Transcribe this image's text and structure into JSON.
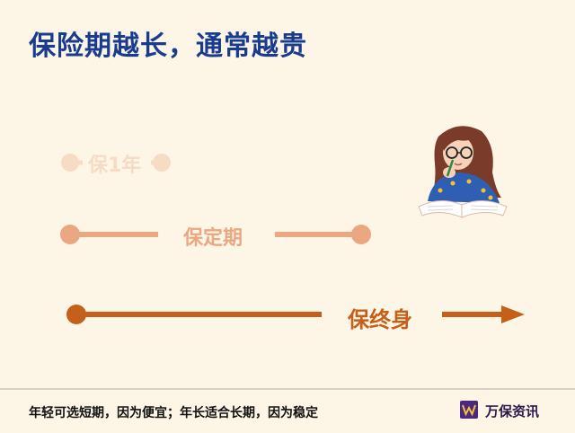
{
  "title": "保险期越长，通常越贵",
  "timeline": {
    "one_year_label": "保1年",
    "fixed_term_label": "保定期",
    "lifetime_label": "保终身"
  },
  "colors": {
    "title": "#1a3c8f",
    "one_year": "#f6dcc4",
    "fixed_term": "#eaa882",
    "lifetime": "#c4601a",
    "background": "#fdf6e7"
  },
  "footer": {
    "note": "年轻可选短期，因为便宜；年长适合长期，因为稳定",
    "brand": "万保资讯",
    "brand_icon": "w-logo-icon"
  },
  "illustration": "girl-reading-book-icon"
}
